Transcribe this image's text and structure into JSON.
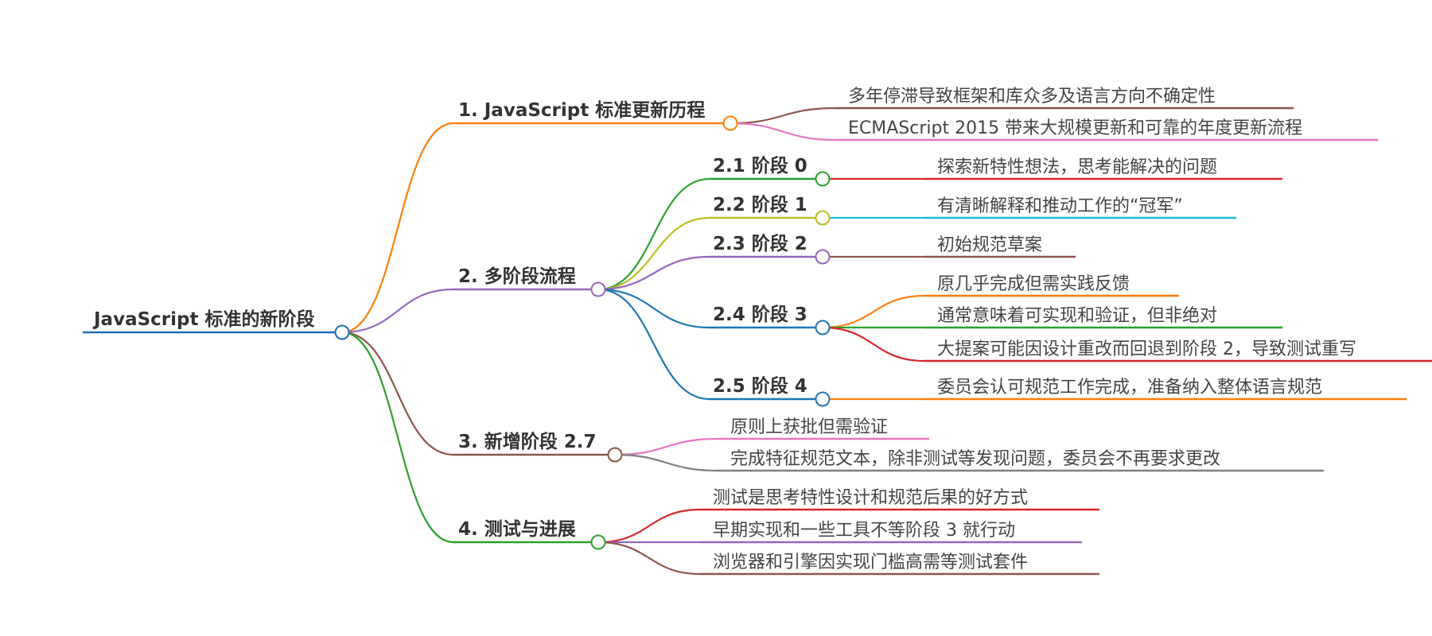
{
  "colors": {
    "root": "#1f6bb4",
    "orange": "#ff7f0e",
    "purple": "#9467bd",
    "brown": "#8c564b",
    "green": "#2ca02c",
    "olive": "#bcbd22",
    "blue": "#1f77b4",
    "red": "#d62728",
    "pink": "#e377c2",
    "cyan": "#17becf",
    "gray": "#7f7f7f"
  },
  "root": {
    "label": "JavaScript 标准的新阶段",
    "color": "root"
  },
  "branches": [
    {
      "label": "1. JavaScript 标准更新历程",
      "color": "orange",
      "children": [
        {
          "label": "多年停滞导致框架和库众多及语言方向不确定性",
          "color": "brown"
        },
        {
          "label": "ECMAScript 2015 带来大规模更新和可靠的年度更新流程",
          "color": "pink"
        }
      ]
    },
    {
      "label": "2. 多阶段流程",
      "color": "purple",
      "children": [
        {
          "label": "2.1 阶段 0",
          "color": "green",
          "children": [
            {
              "label": "探索新特性想法，思考能解决的问题",
              "color": "red"
            }
          ]
        },
        {
          "label": "2.2 阶段 1",
          "color": "olive",
          "children": [
            {
              "label": "有清晰解释和推动工作的“冠军”",
              "color": "cyan"
            }
          ]
        },
        {
          "label": "2.3 阶段 2",
          "color": "purple",
          "children": [
            {
              "label": "初始规范草案",
              "color": "brown"
            }
          ]
        },
        {
          "label": "2.4 阶段 3",
          "color": "blue",
          "children": [
            {
              "label": "原几乎完成但需实践反馈",
              "color": "orange"
            },
            {
              "label": "通常意味着可实现和验证，但非绝对",
              "color": "green"
            },
            {
              "label": "大提案可能因设计重改而回退到阶段 2，导致测试重写",
              "color": "red"
            }
          ]
        },
        {
          "label": "2.5 阶段 4",
          "color": "blue",
          "children": [
            {
              "label": "委员会认可规范工作完成，准备纳入整体语言规范",
              "color": "orange"
            }
          ]
        }
      ]
    },
    {
      "label": "3. 新增阶段 2.7",
      "color": "brown",
      "children": [
        {
          "label": "原则上获批但需验证",
          "color": "pink"
        },
        {
          "label": "完成特征规范文本，除非测试等发现问题，委员会不再要求更改",
          "color": "gray"
        }
      ]
    },
    {
      "label": "4. 测试与进展",
      "color": "green",
      "children": [
        {
          "label": "测试是思考特性设计和规范后果的好方式",
          "color": "red"
        },
        {
          "label": "早期实现和一些工具不等阶段 3 就行动",
          "color": "purple"
        },
        {
          "label": "浏览器和引擎因实现门槛高需等测试套件",
          "color": "brown"
        }
      ]
    }
  ]
}
